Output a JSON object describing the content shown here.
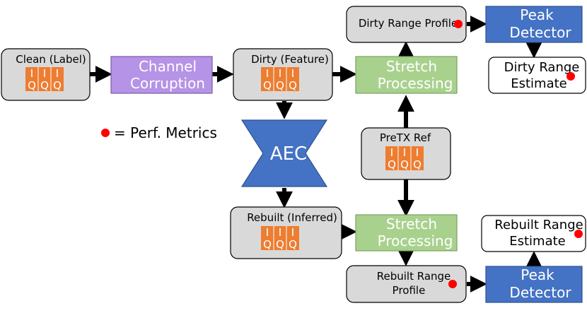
{
  "nodes": {
    "clean": {
      "label": "Clean (Label)",
      "iq_top": [
        "I",
        "I",
        "I"
      ],
      "iq_bottom": [
        "Q",
        "Q",
        "Q"
      ]
    },
    "channel": {
      "line1": "Channel",
      "line2": "Corruption"
    },
    "dirty": {
      "label": "Dirty (Feature)",
      "iq_top": [
        "I",
        "I",
        "I"
      ],
      "iq_bottom": [
        "Q",
        "Q",
        "Q"
      ]
    },
    "stretch_top": {
      "line1": "Stretch",
      "line2": "Processing"
    },
    "dirty_range_profile": {
      "label": "Dirty Range Profile"
    },
    "peak_top": {
      "line1": "Peak",
      "line2": "Detector"
    },
    "dirty_range_estimate": {
      "line1": "Dirty Range",
      "line2": "Estimate"
    },
    "aec": {
      "label": "AEC"
    },
    "pretx": {
      "label": "PreTX Ref",
      "iq_top": [
        "I",
        "I",
        "I"
      ],
      "iq_bottom": [
        "Q",
        "Q",
        "Q"
      ]
    },
    "rebuilt": {
      "label": "Rebuilt (Inferred)",
      "iq_top": [
        "I",
        "I",
        "I"
      ],
      "iq_bottom": [
        "Q",
        "Q",
        "Q"
      ]
    },
    "stretch_bottom": {
      "line1": "Stretch",
      "line2": "Processing"
    },
    "rebuilt_range_profile": {
      "line1": "Rebuilt Range",
      "line2": "Profile"
    },
    "peak_bottom": {
      "line1": "Peak",
      "line2": "Detector"
    },
    "rebuilt_range_estimate": {
      "line1": "Rebuilt Range",
      "line2": "Estimate"
    }
  },
  "legend": {
    "text": "= Perf. Metrics"
  },
  "colors": {
    "gray_box": "#d9d9d9",
    "purple": "#b593e6",
    "green": "#a9d18e",
    "blue": "#4472c4",
    "orange": "#ed7d31",
    "metric_dot": "#ff0000"
  }
}
